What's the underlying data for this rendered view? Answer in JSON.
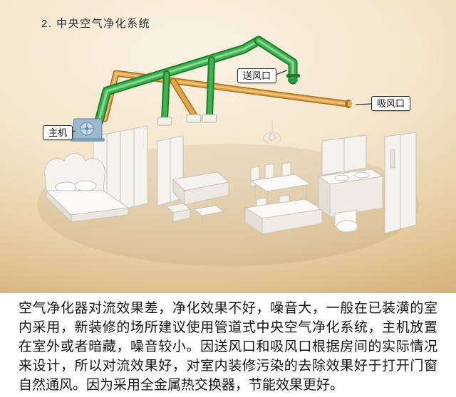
{
  "title": "2. 中央空气净化系统",
  "callouts": {
    "supply_outlet": "送风口",
    "intake_outlet": "吸风口",
    "main_unit": "主机"
  },
  "description": "空气净化器对流效果差，净化效果不好，噪音大，一般在已装潢的室内采用，新装修的场所建议使用管道式中央空气净化系统，主机放置在室外或者暗藏，噪音较小。因送风口和吸风口根据房间的实际情况来设计，所以对流效果好，对室内装修污染的去除效果好于打开门窗自然通风。因为采用全金属热交换器，节能效果更好。",
  "colors": {
    "supply_duct_green": "#3fb34f",
    "intake_duct_orange": "#e2a44b",
    "main_unit_blue": "#9cb8cc",
    "background_light": "#faf2e2",
    "background_dark": "#cda671",
    "panel_white": "#ffffff"
  },
  "diagram": {
    "scene": "isometric home interior with ceiling ductwork of a central air purification system",
    "rooms": [
      "bedroom",
      "living-room",
      "dining-room",
      "bathroom"
    ]
  }
}
